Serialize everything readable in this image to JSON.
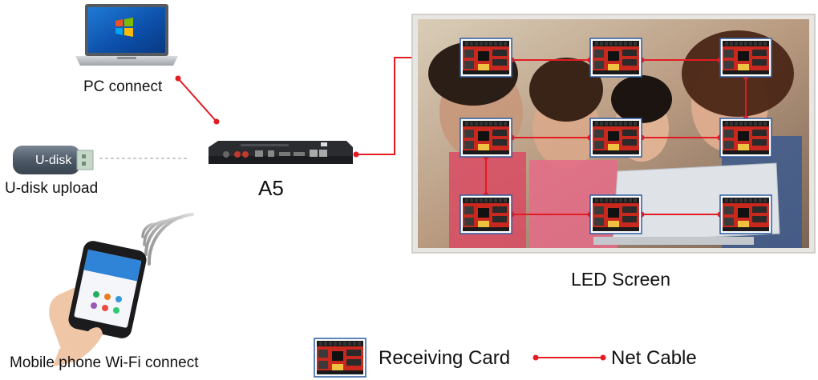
{
  "labels": {
    "pc": "PC connect",
    "udisk": "U-disk upload",
    "udisk_stick": "U-disk",
    "controller": "A5",
    "mobile": "Mobile phone Wi-Fi connect",
    "screen": "LED Screen"
  },
  "legend": {
    "receiving_card": "Receiving Card",
    "net_cable": "Net Cable"
  },
  "colors": {
    "cable": "#e31b23",
    "card_border": "#2c5aa0",
    "card_red": "#d63222"
  },
  "icons": [
    "laptop-icon",
    "usb-stick-icon",
    "controller-box-icon",
    "phone-icon",
    "wifi-waves-icon",
    "receiving-card-icon"
  ]
}
